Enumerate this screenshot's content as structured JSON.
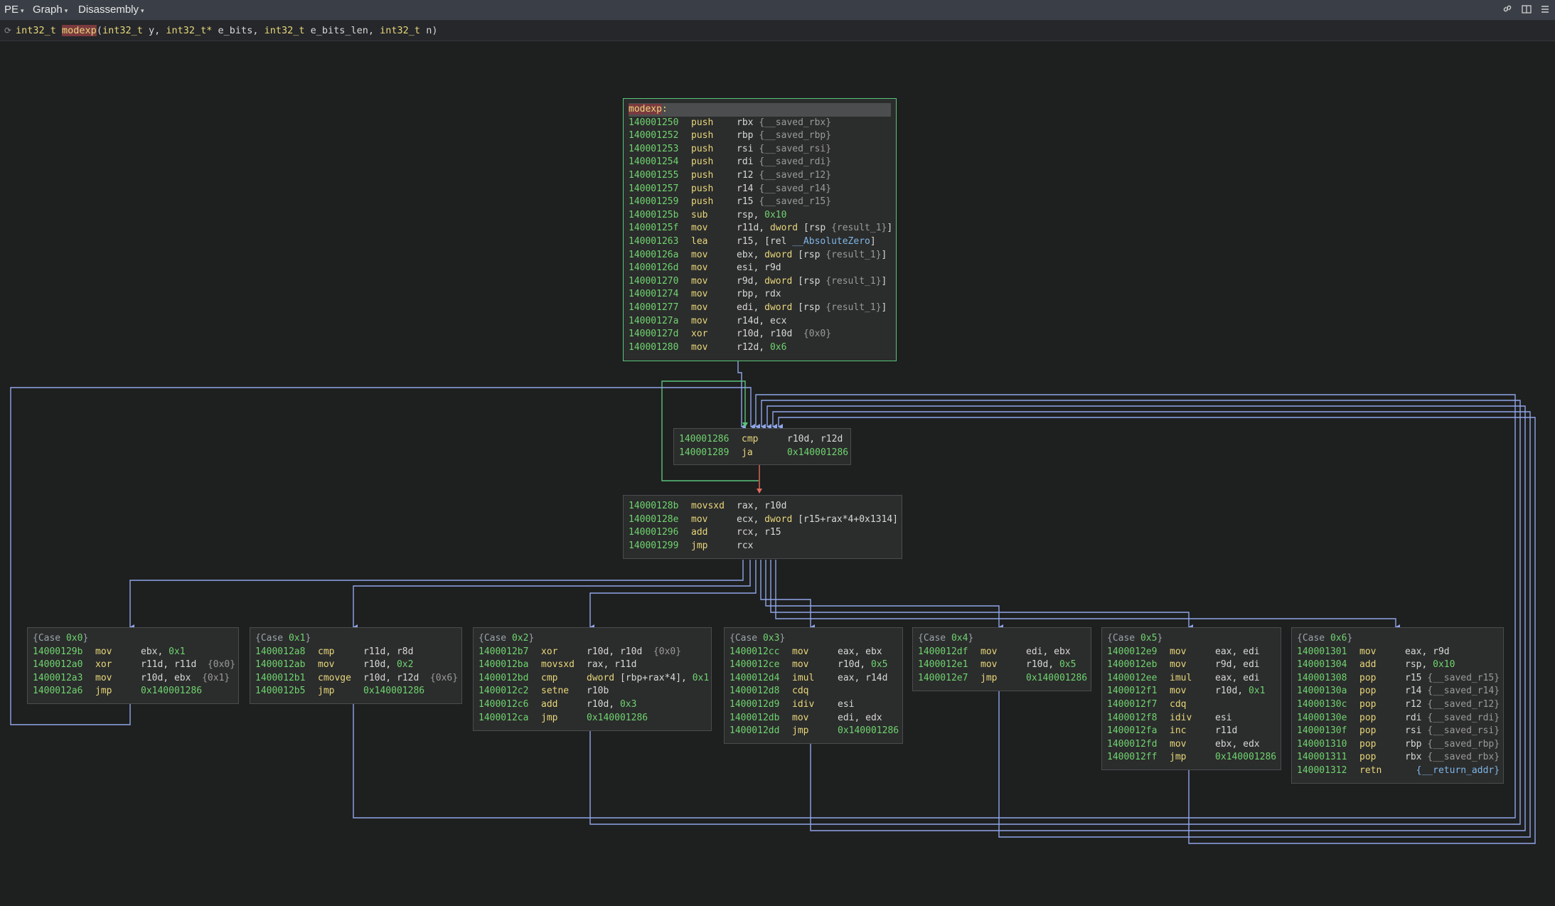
{
  "toolbar": {
    "menu_pe": "PE",
    "menu_graph": "Graph",
    "menu_disassembly": "Disassembly"
  },
  "signature": {
    "ret_type": "int32_t",
    "fn_name": "modexp",
    "open": "(",
    "p1_type": "int32_t",
    "p1_name": " y, ",
    "p2_type": "int32_t*",
    "p2_name": " e_bits, ",
    "p3_type": "int32_t",
    "p3_name": " e_bits_len, ",
    "p4_type": "int32_t",
    "p4_name": " n)"
  },
  "blocks": {
    "entry": {
      "label": "modexp",
      "lines": [
        {
          "addr": "140001250",
          "mn": "push",
          "op": [
            [
              "rbx ",
              ""
            ],
            [
              "{__saved_rbx}",
              "g"
            ]
          ]
        },
        {
          "addr": "140001252",
          "mn": "push",
          "op": [
            [
              "rbp ",
              ""
            ],
            [
              "{__saved_rbp}",
              "g"
            ]
          ]
        },
        {
          "addr": "140001253",
          "mn": "push",
          "op": [
            [
              "rsi ",
              ""
            ],
            [
              "{__saved_rsi}",
              "g"
            ]
          ]
        },
        {
          "addr": "140001254",
          "mn": "push",
          "op": [
            [
              "rdi ",
              ""
            ],
            [
              "{__saved_rdi}",
              "g"
            ]
          ]
        },
        {
          "addr": "140001255",
          "mn": "push",
          "op": [
            [
              "r12 ",
              ""
            ],
            [
              "{__saved_r12}",
              "g"
            ]
          ]
        },
        {
          "addr": "140001257",
          "mn": "push",
          "op": [
            [
              "r14 ",
              ""
            ],
            [
              "{__saved_r14}",
              "g"
            ]
          ]
        },
        {
          "addr": "140001259",
          "mn": "push",
          "op": [
            [
              "r15 ",
              ""
            ],
            [
              "{__saved_r15}",
              "g"
            ]
          ]
        },
        {
          "addr": "14000125b",
          "mn": "sub",
          "op": [
            [
              "rsp, ",
              ""
            ],
            [
              "0x10",
              "n"
            ]
          ]
        },
        {
          "addr": "14000125f",
          "mn": "mov",
          "op": [
            [
              "r11d, ",
              ""
            ],
            [
              "dword ",
              "k"
            ],
            [
              "[rsp ",
              ""
            ],
            [
              "{result_1}",
              "g"
            ],
            [
              "]",
              ""
            ]
          ]
        },
        {
          "addr": "140001263",
          "mn": "lea",
          "op": [
            [
              "r15, [rel ",
              ""
            ],
            [
              "__AbsoluteZero",
              "c"
            ],
            [
              "]",
              ""
            ]
          ]
        },
        {
          "addr": "14000126a",
          "mn": "mov",
          "op": [
            [
              "ebx, ",
              ""
            ],
            [
              "dword ",
              "k"
            ],
            [
              "[rsp ",
              ""
            ],
            [
              "{result_1}",
              "g"
            ],
            [
              "]",
              ""
            ]
          ]
        },
        {
          "addr": "14000126d",
          "mn": "mov",
          "op": [
            [
              "esi, r9d",
              ""
            ]
          ]
        },
        {
          "addr": "140001270",
          "mn": "mov",
          "op": [
            [
              "r9d, ",
              ""
            ],
            [
              "dword ",
              "k"
            ],
            [
              "[rsp ",
              ""
            ],
            [
              "{result_1}",
              "g"
            ],
            [
              "]",
              ""
            ]
          ]
        },
        {
          "addr": "140001274",
          "mn": "mov",
          "op": [
            [
              "rbp, rdx",
              ""
            ]
          ]
        },
        {
          "addr": "140001277",
          "mn": "mov",
          "op": [
            [
              "edi, ",
              ""
            ],
            [
              "dword ",
              "k"
            ],
            [
              "[rsp ",
              ""
            ],
            [
              "{result_1}",
              "g"
            ],
            [
              "]",
              ""
            ]
          ]
        },
        {
          "addr": "14000127a",
          "mn": "mov",
          "op": [
            [
              "r14d, ecx",
              ""
            ]
          ]
        },
        {
          "addr": "14000127d",
          "mn": "xor",
          "op": [
            [
              "r10d, r10d  ",
              ""
            ],
            [
              "{0x0}",
              "g"
            ]
          ]
        },
        {
          "addr": "140001280",
          "mn": "mov",
          "op": [
            [
              "r12d, ",
              ""
            ],
            [
              "0x6",
              "n"
            ]
          ]
        }
      ]
    },
    "loop": {
      "lines": [
        {
          "addr": "140001286",
          "mn": "cmp",
          "op": [
            [
              "r10d, r12d",
              ""
            ]
          ]
        },
        {
          "addr": "140001289",
          "mn": "ja",
          "op": [
            [
              "0x140001286",
              "n"
            ]
          ]
        }
      ]
    },
    "dispatch": {
      "lines": [
        {
          "addr": "14000128b",
          "mn": "movsxd",
          "op": [
            [
              "rax, r10d",
              ""
            ]
          ]
        },
        {
          "addr": "14000128e",
          "mn": "mov",
          "op": [
            [
              "ecx, ",
              ""
            ],
            [
              "dword ",
              "k"
            ],
            [
              "[r15+rax*4+0x1314]",
              ""
            ]
          ]
        },
        {
          "addr": "140001296",
          "mn": "add",
          "op": [
            [
              "rcx, r15",
              ""
            ]
          ]
        },
        {
          "addr": "140001299",
          "mn": "jmp",
          "op": [
            [
              "rcx",
              ""
            ]
          ]
        }
      ]
    },
    "case0": {
      "header": [
        "{Case ",
        "0x0",
        "}"
      ],
      "lines": [
        {
          "addr": "14000129b",
          "mn": "mov",
          "op": [
            [
              "ebx, ",
              ""
            ],
            [
              "0x1",
              "n"
            ]
          ]
        },
        {
          "addr": "1400012a0",
          "mn": "xor",
          "op": [
            [
              "r11d, r11d  ",
              ""
            ],
            [
              "{0x0}",
              "g"
            ]
          ]
        },
        {
          "addr": "1400012a3",
          "mn": "mov",
          "op": [
            [
              "r10d, ebx  ",
              ""
            ],
            [
              "{0x1}",
              "g"
            ]
          ]
        },
        {
          "addr": "1400012a6",
          "mn": "jmp",
          "op": [
            [
              "0x140001286",
              "n"
            ]
          ]
        }
      ]
    },
    "case1": {
      "header": [
        "{Case ",
        "0x1",
        "}"
      ],
      "lines": [
        {
          "addr": "1400012a8",
          "mn": "cmp",
          "op": [
            [
              "r11d, r8d",
              ""
            ]
          ]
        },
        {
          "addr": "1400012ab",
          "mn": "mov",
          "op": [
            [
              "r10d, ",
              ""
            ],
            [
              "0x2",
              "n"
            ]
          ]
        },
        {
          "addr": "1400012b1",
          "mn": "cmovge",
          "op": [
            [
              "r10d, r12d  ",
              ""
            ],
            [
              "{0x6}",
              "g"
            ]
          ]
        },
        {
          "addr": "1400012b5",
          "mn": "jmp",
          "op": [
            [
              "0x140001286",
              "n"
            ]
          ]
        }
      ]
    },
    "case2": {
      "header": [
        "{Case ",
        "0x2",
        "}"
      ],
      "lines": [
        {
          "addr": "1400012b7",
          "mn": "xor",
          "op": [
            [
              "r10d, r10d  ",
              ""
            ],
            [
              "{0x0}",
              "g"
            ]
          ]
        },
        {
          "addr": "1400012ba",
          "mn": "movsxd",
          "op": [
            [
              "rax, r11d",
              ""
            ]
          ]
        },
        {
          "addr": "1400012bd",
          "mn": "cmp",
          "op": [
            [
              "dword ",
              "k"
            ],
            [
              "[rbp+rax*4], ",
              ""
            ],
            [
              "0x1",
              "n"
            ]
          ]
        },
        {
          "addr": "1400012c2",
          "mn": "setne",
          "op": [
            [
              "r10b",
              ""
            ]
          ]
        },
        {
          "addr": "1400012c6",
          "mn": "add",
          "op": [
            [
              "r10d, ",
              ""
            ],
            [
              "0x3",
              "n"
            ]
          ]
        },
        {
          "addr": "1400012ca",
          "mn": "jmp",
          "op": [
            [
              "0x140001286",
              "n"
            ]
          ]
        }
      ]
    },
    "case3": {
      "header": [
        "{Case ",
        "0x3",
        "}"
      ],
      "lines": [
        {
          "addr": "1400012cc",
          "mn": "mov",
          "op": [
            [
              "eax, ebx",
              ""
            ]
          ]
        },
        {
          "addr": "1400012ce",
          "mn": "mov",
          "op": [
            [
              "r10d, ",
              ""
            ],
            [
              "0x5",
              "n"
            ]
          ]
        },
        {
          "addr": "1400012d4",
          "mn": "imul",
          "op": [
            [
              "eax, r14d",
              ""
            ]
          ]
        },
        {
          "addr": "1400012d8",
          "mn": "cdq",
          "op": []
        },
        {
          "addr": "1400012d9",
          "mn": "idiv",
          "op": [
            [
              "esi",
              ""
            ]
          ]
        },
        {
          "addr": "1400012db",
          "mn": "mov",
          "op": [
            [
              "edi, edx",
              ""
            ]
          ]
        },
        {
          "addr": "1400012dd",
          "mn": "jmp",
          "op": [
            [
              "0x140001286",
              "n"
            ]
          ]
        }
      ]
    },
    "case4": {
      "header": [
        "{Case ",
        "0x4",
        "}"
      ],
      "lines": [
        {
          "addr": "1400012df",
          "mn": "mov",
          "op": [
            [
              "edi, ebx",
              ""
            ]
          ]
        },
        {
          "addr": "1400012e1",
          "mn": "mov",
          "op": [
            [
              "r10d, ",
              ""
            ],
            [
              "0x5",
              "n"
            ]
          ]
        },
        {
          "addr": "1400012e7",
          "mn": "jmp",
          "op": [
            [
              "0x140001286",
              "n"
            ]
          ]
        }
      ]
    },
    "case5": {
      "header": [
        "{Case ",
        "0x5",
        "}"
      ],
      "lines": [
        {
          "addr": "1400012e9",
          "mn": "mov",
          "op": [
            [
              "eax, edi",
              ""
            ]
          ]
        },
        {
          "addr": "1400012eb",
          "mn": "mov",
          "op": [
            [
              "r9d, edi",
              ""
            ]
          ]
        },
        {
          "addr": "1400012ee",
          "mn": "imul",
          "op": [
            [
              "eax, edi",
              ""
            ]
          ]
        },
        {
          "addr": "1400012f1",
          "mn": "mov",
          "op": [
            [
              "r10d, ",
              ""
            ],
            [
              "0x1",
              "n"
            ]
          ]
        },
        {
          "addr": "1400012f7",
          "mn": "cdq",
          "op": []
        },
        {
          "addr": "1400012f8",
          "mn": "idiv",
          "op": [
            [
              "esi",
              ""
            ]
          ]
        },
        {
          "addr": "1400012fa",
          "mn": "inc",
          "op": [
            [
              "r11d",
              ""
            ]
          ]
        },
        {
          "addr": "1400012fd",
          "mn": "mov",
          "op": [
            [
              "ebx, edx",
              ""
            ]
          ]
        },
        {
          "addr": "1400012ff",
          "mn": "jmp",
          "op": [
            [
              "0x140001286",
              "n"
            ]
          ]
        }
      ]
    },
    "case6": {
      "header": [
        "{Case ",
        "0x6",
        "}"
      ],
      "lines": [
        {
          "addr": "140001301",
          "mn": "mov",
          "op": [
            [
              "eax, r9d",
              ""
            ]
          ]
        },
        {
          "addr": "140001304",
          "mn": "add",
          "op": [
            [
              "rsp, ",
              ""
            ],
            [
              "0x10",
              "n"
            ]
          ]
        },
        {
          "addr": "140001308",
          "mn": "pop",
          "op": [
            [
              "r15 ",
              ""
            ],
            [
              "{__saved_r15}",
              "g"
            ]
          ]
        },
        {
          "addr": "14000130a",
          "mn": "pop",
          "op": [
            [
              "r14 ",
              ""
            ],
            [
              "{__saved_r14}",
              "g"
            ]
          ]
        },
        {
          "addr": "14000130c",
          "mn": "pop",
          "op": [
            [
              "r12 ",
              ""
            ],
            [
              "{__saved_r12}",
              "g"
            ]
          ]
        },
        {
          "addr": "14000130e",
          "mn": "pop",
          "op": [
            [
              "rdi ",
              ""
            ],
            [
              "{__saved_rdi}",
              "g"
            ]
          ]
        },
        {
          "addr": "14000130f",
          "mn": "pop",
          "op": [
            [
              "rsi ",
              ""
            ],
            [
              "{__saved_rsi}",
              "g"
            ]
          ]
        },
        {
          "addr": "140001310",
          "mn": "pop",
          "op": [
            [
              "rbp ",
              ""
            ],
            [
              "{__saved_rbp}",
              "g"
            ]
          ]
        },
        {
          "addr": "140001311",
          "mn": "pop",
          "op": [
            [
              "rbx ",
              ""
            ],
            [
              "{__saved_rbx}",
              "g"
            ]
          ]
        },
        {
          "addr": "140001312",
          "mn": "retn",
          "op": [
            [
              "  ",
              ""
            ],
            [
              "{__return_addr}",
              "c"
            ]
          ]
        }
      ]
    }
  },
  "colors": {
    "background": "#1e1f1f",
    "edge_unconditional": "#8fa6e8",
    "edge_true": "#58c47a",
    "edge_false": "#e06c5c",
    "address": "#6fd46f",
    "mnemonic": "#e8d77a"
  },
  "icons": [
    "link-icon",
    "split-view-icon",
    "hamburger-menu-icon",
    "reload-icon"
  ]
}
